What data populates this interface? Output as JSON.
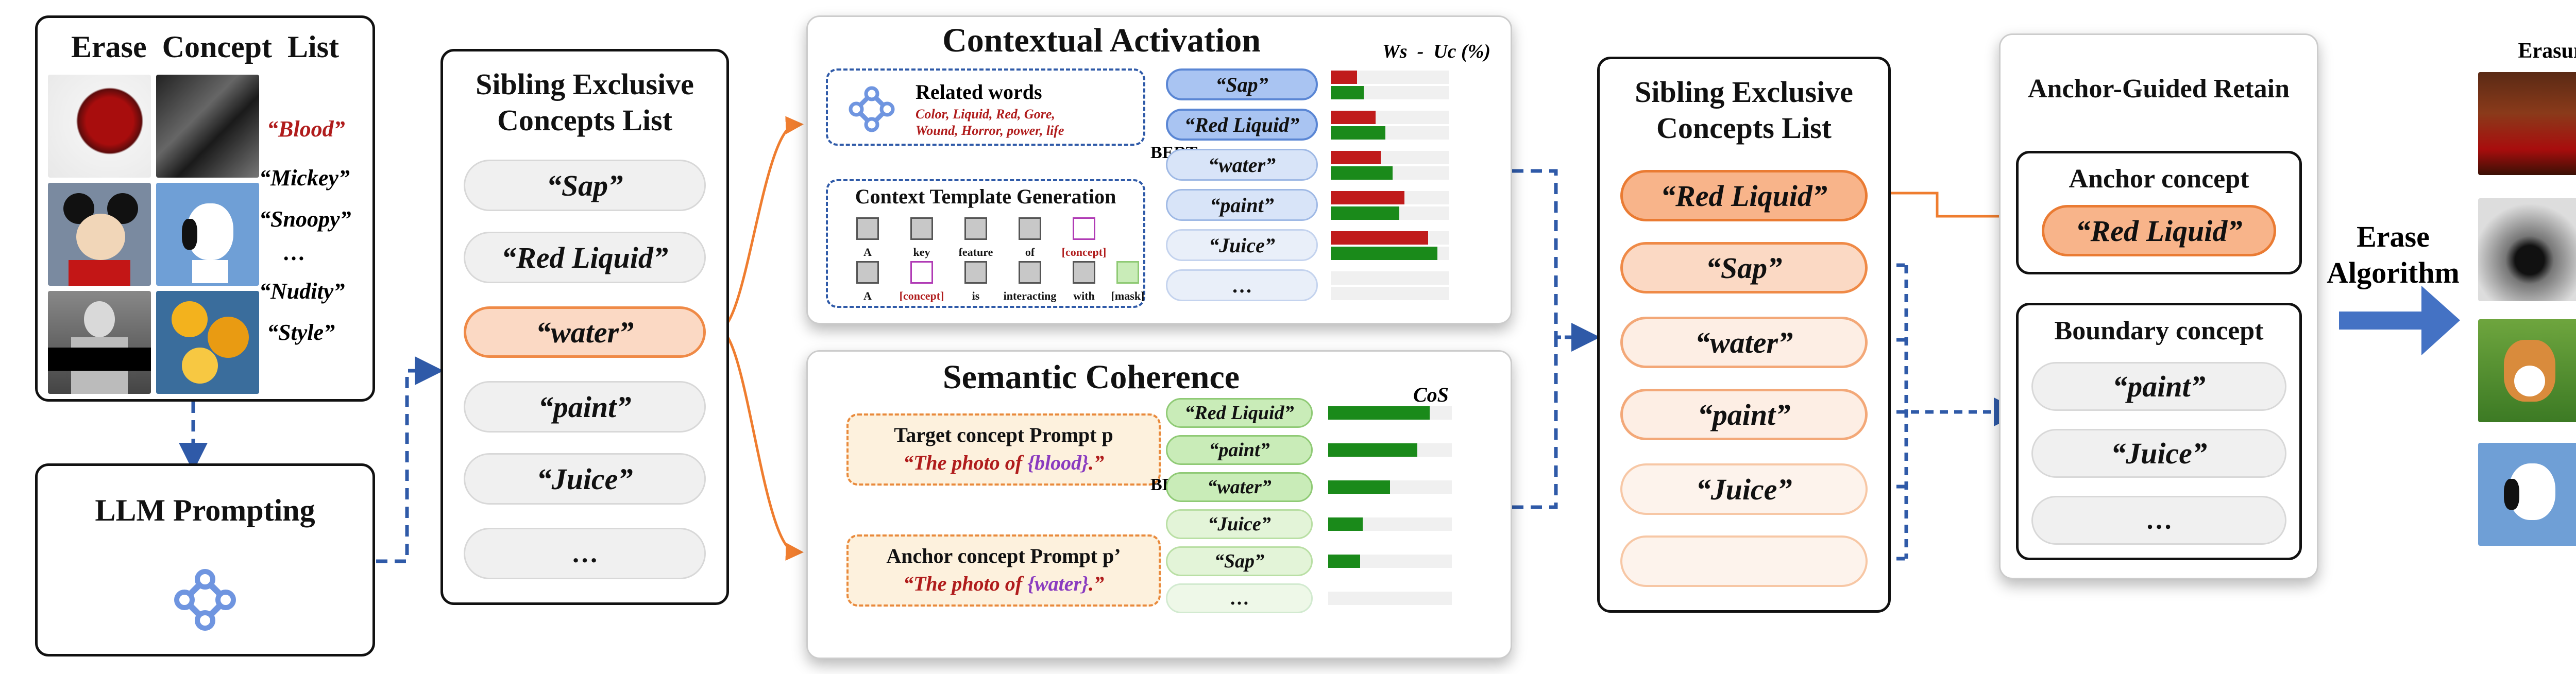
{
  "erase_list": {
    "title": "Erase  Concept  List",
    "items": [
      "“Blood”",
      "“Mickey”",
      "“Snoopy”",
      "…",
      "“Nudity”",
      "“Style”"
    ],
    "highlight_color": "#b01c1c"
  },
  "llm": {
    "title": "LLM Prompting"
  },
  "sibling_list_1": {
    "title_line1": "Sibling Exclusive",
    "title_line2": "Concepts List",
    "items": [
      "“Sap”",
      "“Red Liquid”",
      "“water”",
      "“paint”",
      "“Juice”",
      "…"
    ]
  },
  "contextual": {
    "title": "Contextual Activation",
    "related": {
      "heading": "Related words",
      "words_line1": "Color, Liquid, Red, Gore,",
      "words_line2": "Wound, Horror, power, life"
    },
    "template": {
      "heading": "Context Template Generation",
      "row1": [
        "A",
        "key",
        "feature",
        "of",
        "[concept]",
        ""
      ],
      "row2": [
        "A",
        "[concept]",
        "is",
        "interacting",
        "with",
        "[mask]"
      ]
    },
    "bert_label": "BERT",
    "metric_label": "Ws  -  Uc (%)",
    "concepts": [
      "“Sap”",
      "“Red Liquid”",
      "“water”",
      "“paint”",
      "“Juice”",
      "…"
    ],
    "ws": [
      0.22,
      0.38,
      0.42,
      0.62,
      0.82
    ],
    "uc": [
      0.28,
      0.46,
      0.52,
      0.58,
      0.9
    ],
    "ws_color": "#c01b1b",
    "uc_color": "#1a8a1a"
  },
  "semantic": {
    "title": "Semantic Coherence",
    "target": {
      "heading": "Target concept Prompt p",
      "prompt_prefix": "“The photo of ",
      "concept": "{blood}",
      "prompt_suffix": ".”"
    },
    "anchor": {
      "heading": "Anchor concept Prompt p’",
      "prompt_prefix": "“The photo of ",
      "concept": "{water}",
      "prompt_suffix": ".”"
    },
    "bert_label": "BERT",
    "metric_label": "CoS",
    "concepts": [
      "“Red Liquid”",
      "“paint”",
      "“water”",
      "“Juice”",
      "“Sap”",
      "…"
    ],
    "cos": [
      0.82,
      0.72,
      0.5,
      0.28,
      0.26
    ],
    "cos_color": "#1a8a1a"
  },
  "sibling_list_2": {
    "title_line1": "Sibling Exclusive",
    "title_line2": "Concepts List",
    "items": [
      "“Red Liquid”",
      "“Sap”",
      "“water”",
      "“paint”",
      "“Juice”",
      ""
    ]
  },
  "anchor_retain": {
    "title": "Anchor-Guided Retain",
    "anchor_heading": "Anchor concept",
    "anchor_item": "“Red Liquid”",
    "boundary_heading": "Boundary concept",
    "boundary_items": [
      "“paint”",
      "“Juice”",
      "…"
    ]
  },
  "erase_algo": {
    "line1": "Erase",
    "line2": "Algorithm"
  },
  "results": {
    "title": "Erasure Results"
  },
  "colors": {
    "dash_blue": "#2f5aa8",
    "orange_line": "#ef7d2f",
    "arrow_blue": "#4472c4"
  }
}
